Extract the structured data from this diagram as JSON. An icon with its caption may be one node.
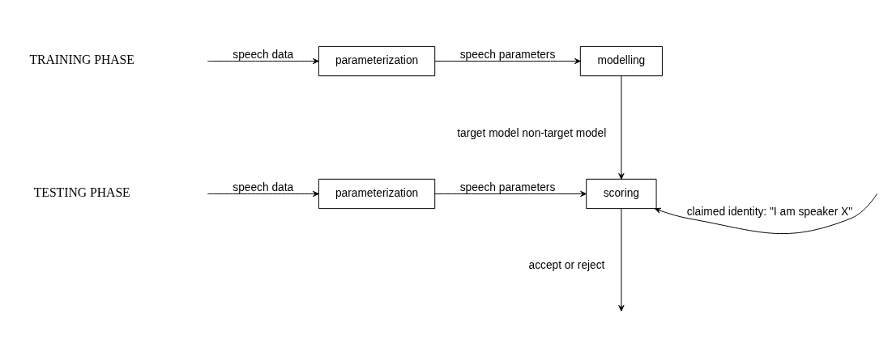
{
  "diagram": {
    "nodes": [
      {
        "text": [
          "parameterization"
        ]
      },
      {
        "text": [
          "modelling"
        ]
      },
      {
        "text": [
          "parameterization"
        ]
      },
      {
        "text": [
          "scoring"
        ]
      }
    ],
    "edges": [
      {
        "from": null,
        "to": 0,
        "arrow": "to",
        "label": "speech data"
      },
      {
        "from": 0,
        "to": 1,
        "arrow": "to",
        "label": "speech parameters"
      },
      {
        "from": 1,
        "to": 3,
        "arrow": "to",
        "label": "target model non-target model"
      },
      {
        "from": null,
        "to": 2,
        "arrow": "to",
        "label": "speech data"
      },
      {
        "from": 2,
        "to": 3,
        "arrow": "to",
        "label": "speech parameters"
      },
      {
        "from": null,
        "to": 3,
        "arrow": "to",
        "label": "claimed identity: \"I am speaker X\""
      },
      {
        "from": 3,
        "to": null,
        "arrow": "to",
        "label": "accept or reject"
      }
    ],
    "labels": [
      "TRAINING PHASE",
      "TESTING PHASE"
    ]
  }
}
